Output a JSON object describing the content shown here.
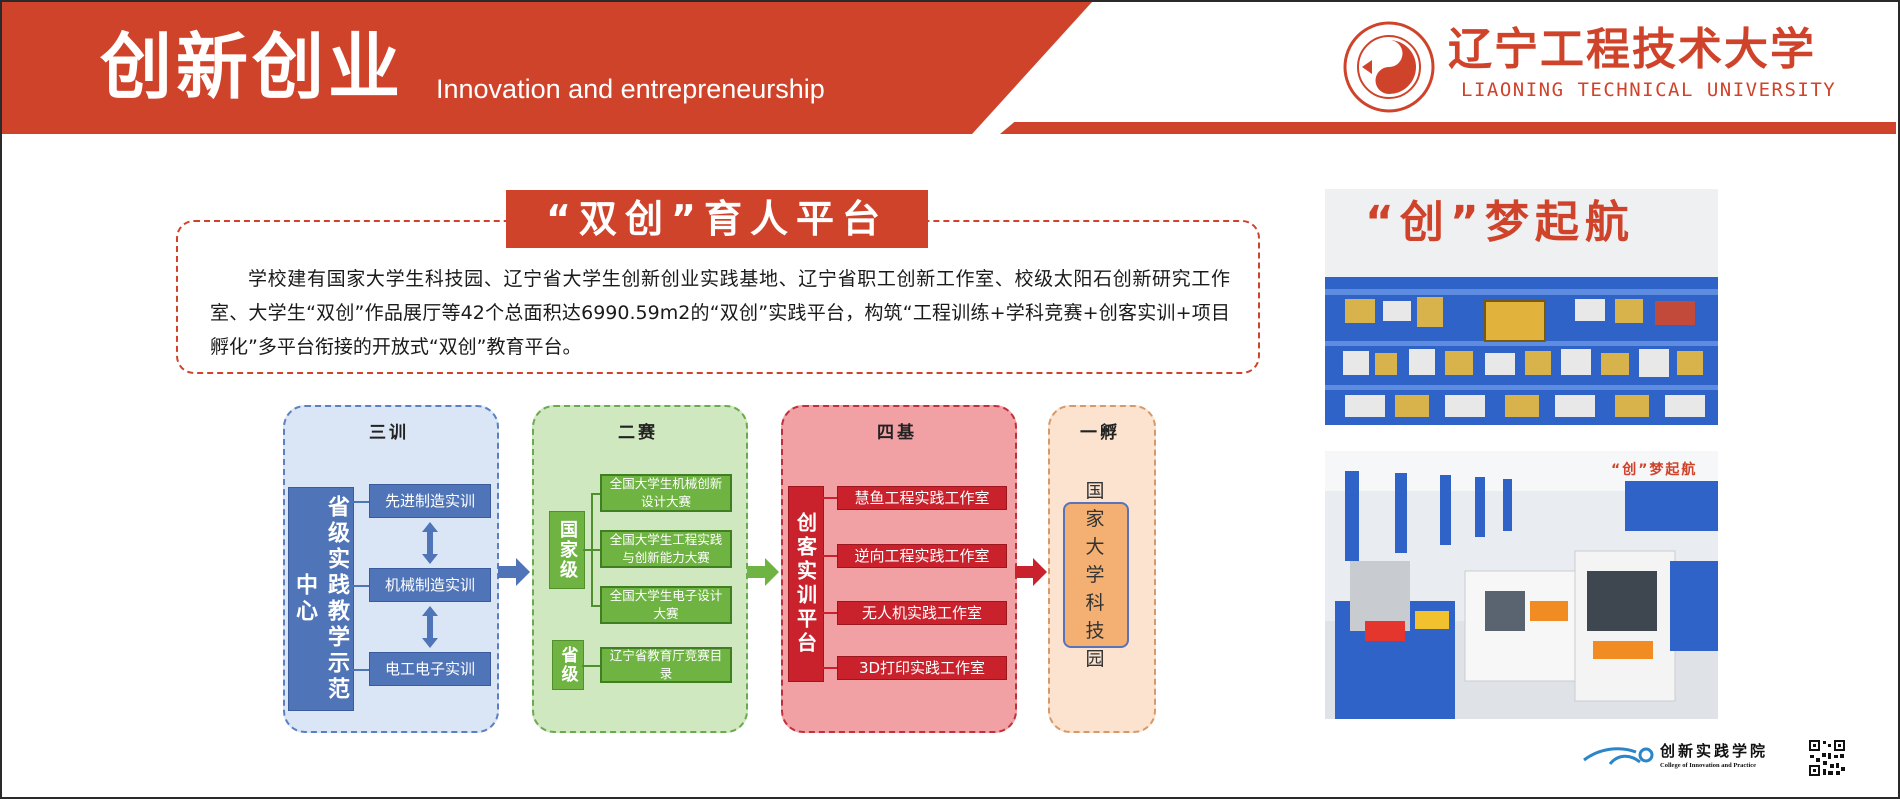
{
  "header": {
    "title": "创新创业",
    "subtitle": "Innovation and entrepreneurship",
    "university_cn": "辽宁工程技术大学",
    "university_en": "LIAONING TECHNICAL UNIVERSITY",
    "brand_color": "#d0432b"
  },
  "intro": {
    "banner": "“双创”育人平台",
    "text": "学校建有国家大学生科技园、辽宁省大学生创新创业实践基地、辽宁省职工创新工作室、校级太阳石创新研究工作室、大学生“双创”作品展厅等42个总面积达6990.59m2的“双创”实践平台，构筑“工程训练+学科竞赛+创客实训+项目孵化”多平台衔接的开放式“双创”教育平台。"
  },
  "diagram": {
    "santrain": {
      "title": "三训",
      "center_label": "省级实践教学示范中心",
      "items": [
        "先进制造实训",
        "机械制造实训",
        "电工电子实训"
      ]
    },
    "ersai": {
      "title": "二赛",
      "national_label": "国家级",
      "national_items": [
        "全国大学生机械创新设计大赛",
        "全国大学生工程实践与创新能力大赛",
        "全国大学生电子设计大赛"
      ],
      "province_label": "省级",
      "province_items": [
        "辽宁省教育厅竞赛目录"
      ]
    },
    "siji": {
      "title": "四基",
      "center_label": "创客实训平台",
      "items": [
        "慧鱼工程实践工作室",
        "逆向工程实践工作室",
        "无人机实践工作室",
        "3D打印实践工作室"
      ]
    },
    "yifu": {
      "title": "一孵",
      "center_label": "国家大学科技园"
    },
    "colors": {
      "blue": "#4f74b8",
      "green": "#6fb443",
      "red": "#c9222d",
      "peach": "#f3b072"
    }
  },
  "photos": {
    "photo1_caption": "“创”梦起航",
    "photo2_caption": "“创”梦起航"
  },
  "footer": {
    "college_cn": "创新实践学院",
    "college_en": "College of Innovation and Practice"
  }
}
